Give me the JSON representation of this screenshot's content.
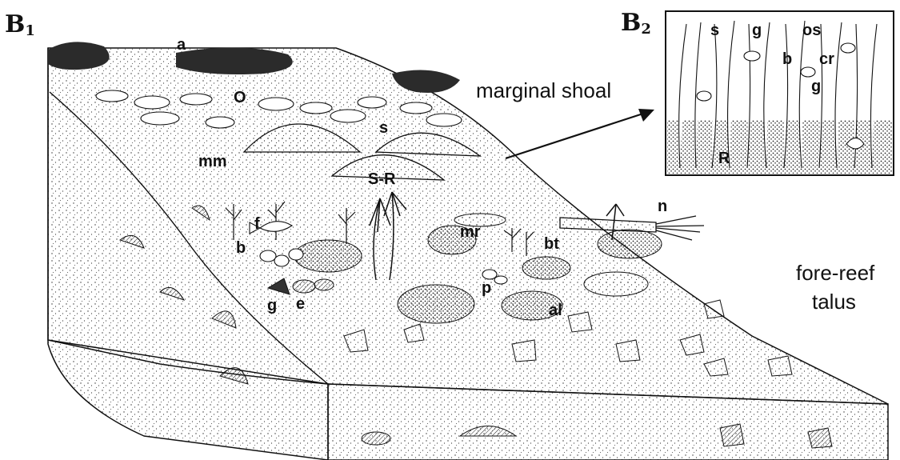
{
  "panels": {
    "b1": {
      "letter": "B",
      "sub": "1"
    },
    "b2": {
      "letter": "B",
      "sub": "2"
    }
  },
  "captions": {
    "marginal_shoal": "marginal shoal",
    "fore_reef_line1": "fore-reef",
    "fore_reef_line2": "talus"
  },
  "block_labels": {
    "a": "a",
    "o": "O",
    "s": "s",
    "mm": "mm",
    "sr": "S-R",
    "n": "n",
    "f": "f",
    "b": "b",
    "mr": "mr",
    "bt": "bt",
    "g": "g",
    "e": "e",
    "p": "p",
    "al": "al"
  },
  "inset_labels": {
    "s": "s",
    "g1": "g",
    "os": "os",
    "b": "b",
    "cr": "cr",
    "g2": "g",
    "r": "R"
  },
  "colors": {
    "ink": "#111111",
    "paper": "#ffffff",
    "dark_fill": "#2b2b2b"
  }
}
